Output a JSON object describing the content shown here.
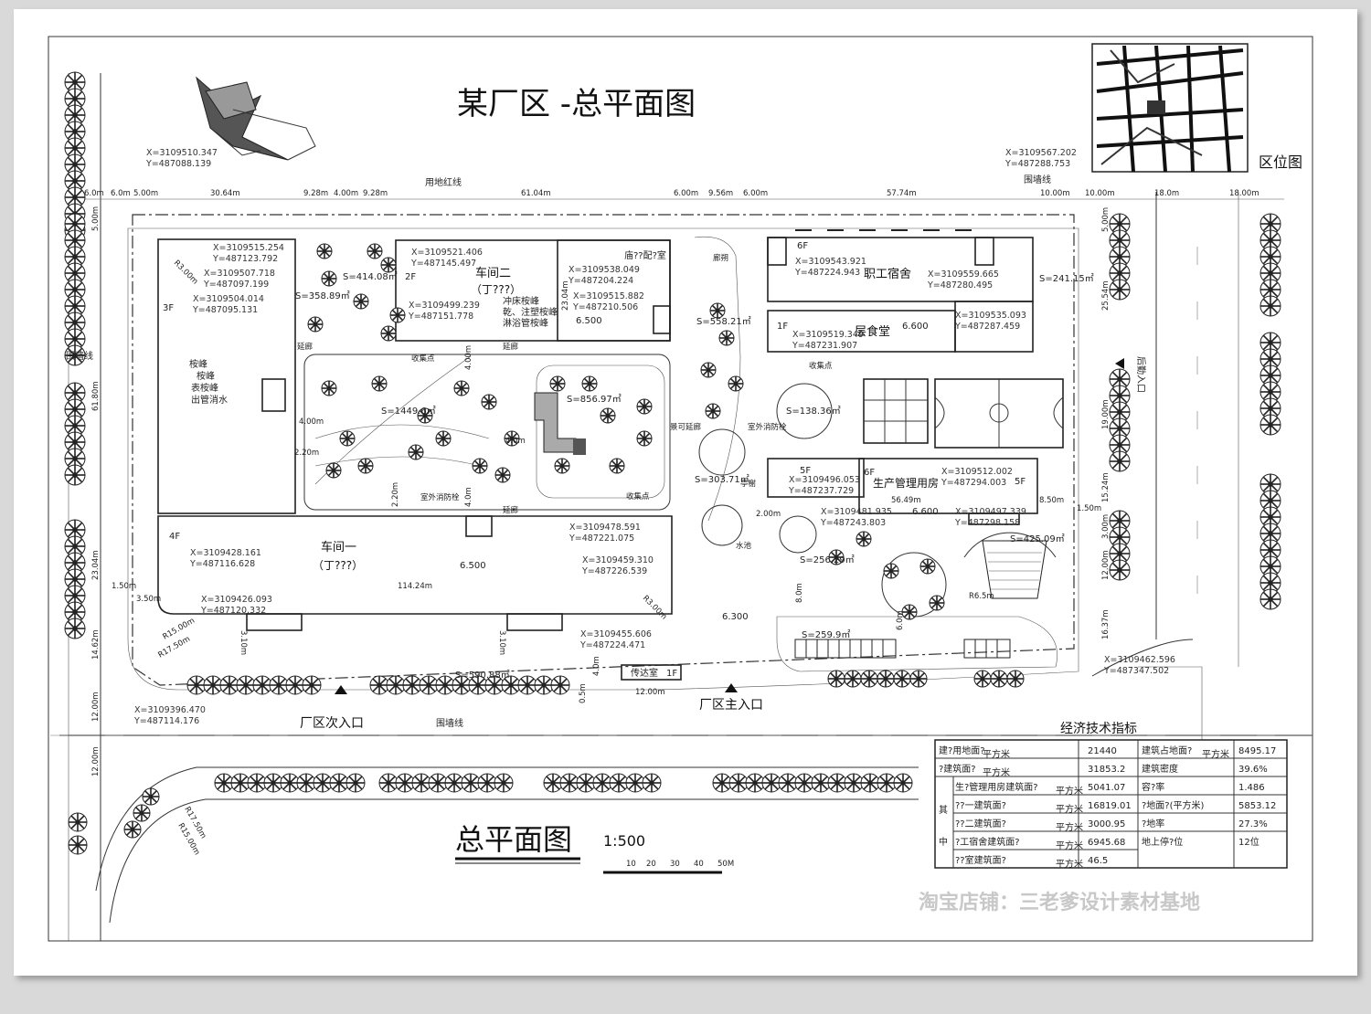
{
  "title": "某厂区 -总平面图",
  "drawing_title": "总平面图",
  "scale": "1:500",
  "scale_ticks": [
    "10",
    "20",
    "30",
    "40",
    "50M"
  ],
  "location_map_label": "区位图",
  "watermark": "淘宝店铺：三老爹设计素材基地",
  "labels": {
    "site_red_line": "用地红线",
    "wall_line_top": "围墙线",
    "wall_line_left": "围墙线",
    "wall_line_bottom": "围墙线",
    "main_entrance": "厂区主入口",
    "secondary_entrance": "厂区次入口",
    "rear_entrance": "后勤入口",
    "guard_room": "传达室",
    "guard_room_floor": "1F",
    "workshop1": "车间一",
    "workshop1_sub": "（丁???）",
    "workshop1_floors": "4F",
    "workshop2": "车间二",
    "workshop2_sub": "（丁???）",
    "workshop2_floors": "2F",
    "workshop2_note1": "冲床桉峰",
    "workshop2_note2": "乾、注塑桉峰",
    "workshop2_note3": "淋浴管桉峰",
    "substation": "庙??配?室",
    "dormitory": "职工宿舍",
    "dormitory_floors": "6F",
    "canteen": "层食堂",
    "canteen_floors": "1F",
    "production_mgmt": "生产管理用房",
    "production_floors_l": "6F",
    "production_floors_r": "5F",
    "small_5f": "5F",
    "bldg3f": "3F",
    "bldg3f_note1": "桉峰",
    "bldg3f_note2": "桉峰",
    "bldg3f_note3": "表桉峰",
    "bldg3f_note4": "出管消水",
    "collect1": "收集点",
    "collect2": "收集点",
    "collect3": "收集点",
    "fire_hydrant1": "室外消防栓",
    "fire_hydrant2": "室外消防栓",
    "corridor1": "延廊",
    "corridor2": "延廊",
    "corridor3": "延廊",
    "corridor4": "景可延廊",
    "pavilion1": "廊朔",
    "pavilion2": "亭榭",
    "pool": "水池",
    "level1": "6.500",
    "level2": "6.500",
    "level3": "6.600",
    "level4": "6.600",
    "level5": "6.300"
  },
  "areas": [
    "S=414.08㎡",
    "S=358.89㎡",
    "S=1449.6㎡",
    "S=856.97㎡",
    "S=558.21㎡",
    "S=138.36㎡",
    "S=303.71㎡",
    "S=256.29㎡",
    "S=259.9㎡",
    "S=425.09㎡",
    "S=241.15㎡",
    "S=590.88㎡"
  ],
  "coords": [
    "X=3109510.347",
    "Y=487088.139",
    "X=3109567.202",
    "Y=487288.753",
    "X=3109515.254",
    "Y=487123.792",
    "X=3109507.718",
    "Y=487097.199",
    "X=3109504.014",
    "Y=487095.131",
    "X=3109521.406",
    "Y=487145.497",
    "X=3109499.239",
    "Y=487151.778",
    "X=3109538.049",
    "Y=487204.224",
    "X=3109515.882",
    "Y=487210.506",
    "X=3109543.921",
    "Y=487224.943",
    "X=3109559.665",
    "Y=487280.495",
    "X=3109519.349",
    "Y=487231.907",
    "X=3109535.093",
    "Y=487287.459",
    "X=3109496.053",
    "Y=487237.729",
    "X=3109512.002",
    "Y=487294.003",
    "X=3109481.935",
    "Y=487243.803",
    "X=3109497.339",
    "Y=487298.158",
    "X=3109478.591",
    "Y=487221.075",
    "X=3109459.310",
    "Y=487226.539",
    "X=3109428.161",
    "Y=487116.628",
    "X=3109426.093",
    "Y=487120.332",
    "X=3109455.606",
    "Y=487224.471",
    "X=3109462.596",
    "Y=487347.502",
    "X=3109396.470",
    "Y=487114.176"
  ],
  "dims_top": [
    "6.0m",
    "6.0m",
    "5.00m",
    "30.64m",
    "9.28m",
    "4.00m",
    "9.28m",
    "61.04m",
    "6.00m",
    "9.56m",
    "6.00m",
    "57.74m",
    "10.00m",
    "10.00m",
    "18.0m",
    "18.00m"
  ],
  "dims_misc": [
    "5.00m",
    "61.80m",
    "23.04m",
    "1.50m",
    "3.50m",
    "14.62m",
    "12.00m",
    "12.00m",
    "114.24m",
    "3.10m",
    "3.10m",
    "4.00m",
    "2.20m",
    "2.20m",
    "4.00m",
    "4.0m",
    "4.0m",
    "23.04m",
    "56.49m",
    "8.50m",
    "1.50m",
    "25.54m",
    "5.00m",
    "19.00m",
    "15.24m",
    "3.00m",
    "12.00m",
    "16.37m",
    "2.00m",
    "8.0m",
    "6.0m",
    "R6.5m",
    "4.0m",
    "0.5m",
    "12.00m",
    "R3.00m",
    "R15.00m",
    "R17.50m",
    "R17.50m",
    "R15.00m",
    "R3.00m"
  ],
  "econ": {
    "title": "经济技术指标",
    "col_labels": [
      "其",
      "中"
    ],
    "unit": "平方米",
    "rows_left": [
      {
        "label": "建?用地面?",
        "unit": "平方米",
        "value": "21440"
      },
      {
        "label": "?建筑面?",
        "unit": "平方米",
        "value": "31853.2"
      },
      {
        "label": "生?管理用房建筑面?",
        "unit": "平方米",
        "value": "5041.07"
      },
      {
        "label": "??一建筑面?",
        "unit": "平方米",
        "value": "16819.01"
      },
      {
        "label": "??二建筑面?",
        "unit": "平方米",
        "value": "3000.95"
      },
      {
        "label": "?工宿舍建筑面?",
        "unit": "平方米",
        "value": "6945.68"
      },
      {
        "label": "??室建筑面?",
        "unit": "平方米",
        "value": "46.5"
      }
    ],
    "rows_right": [
      {
        "label": "建筑占地面?",
        "unit": "平方米",
        "value": "8495.17"
      },
      {
        "label": "建筑密度",
        "value": "39.6%"
      },
      {
        "label": "容?率",
        "value": "1.486"
      },
      {
        "label": "?地面?(平方米)",
        "value": "5853.12"
      },
      {
        "label": "?地率",
        "value": "27.3%"
      },
      {
        "label": "地上停?位",
        "value": "12位"
      }
    ]
  }
}
